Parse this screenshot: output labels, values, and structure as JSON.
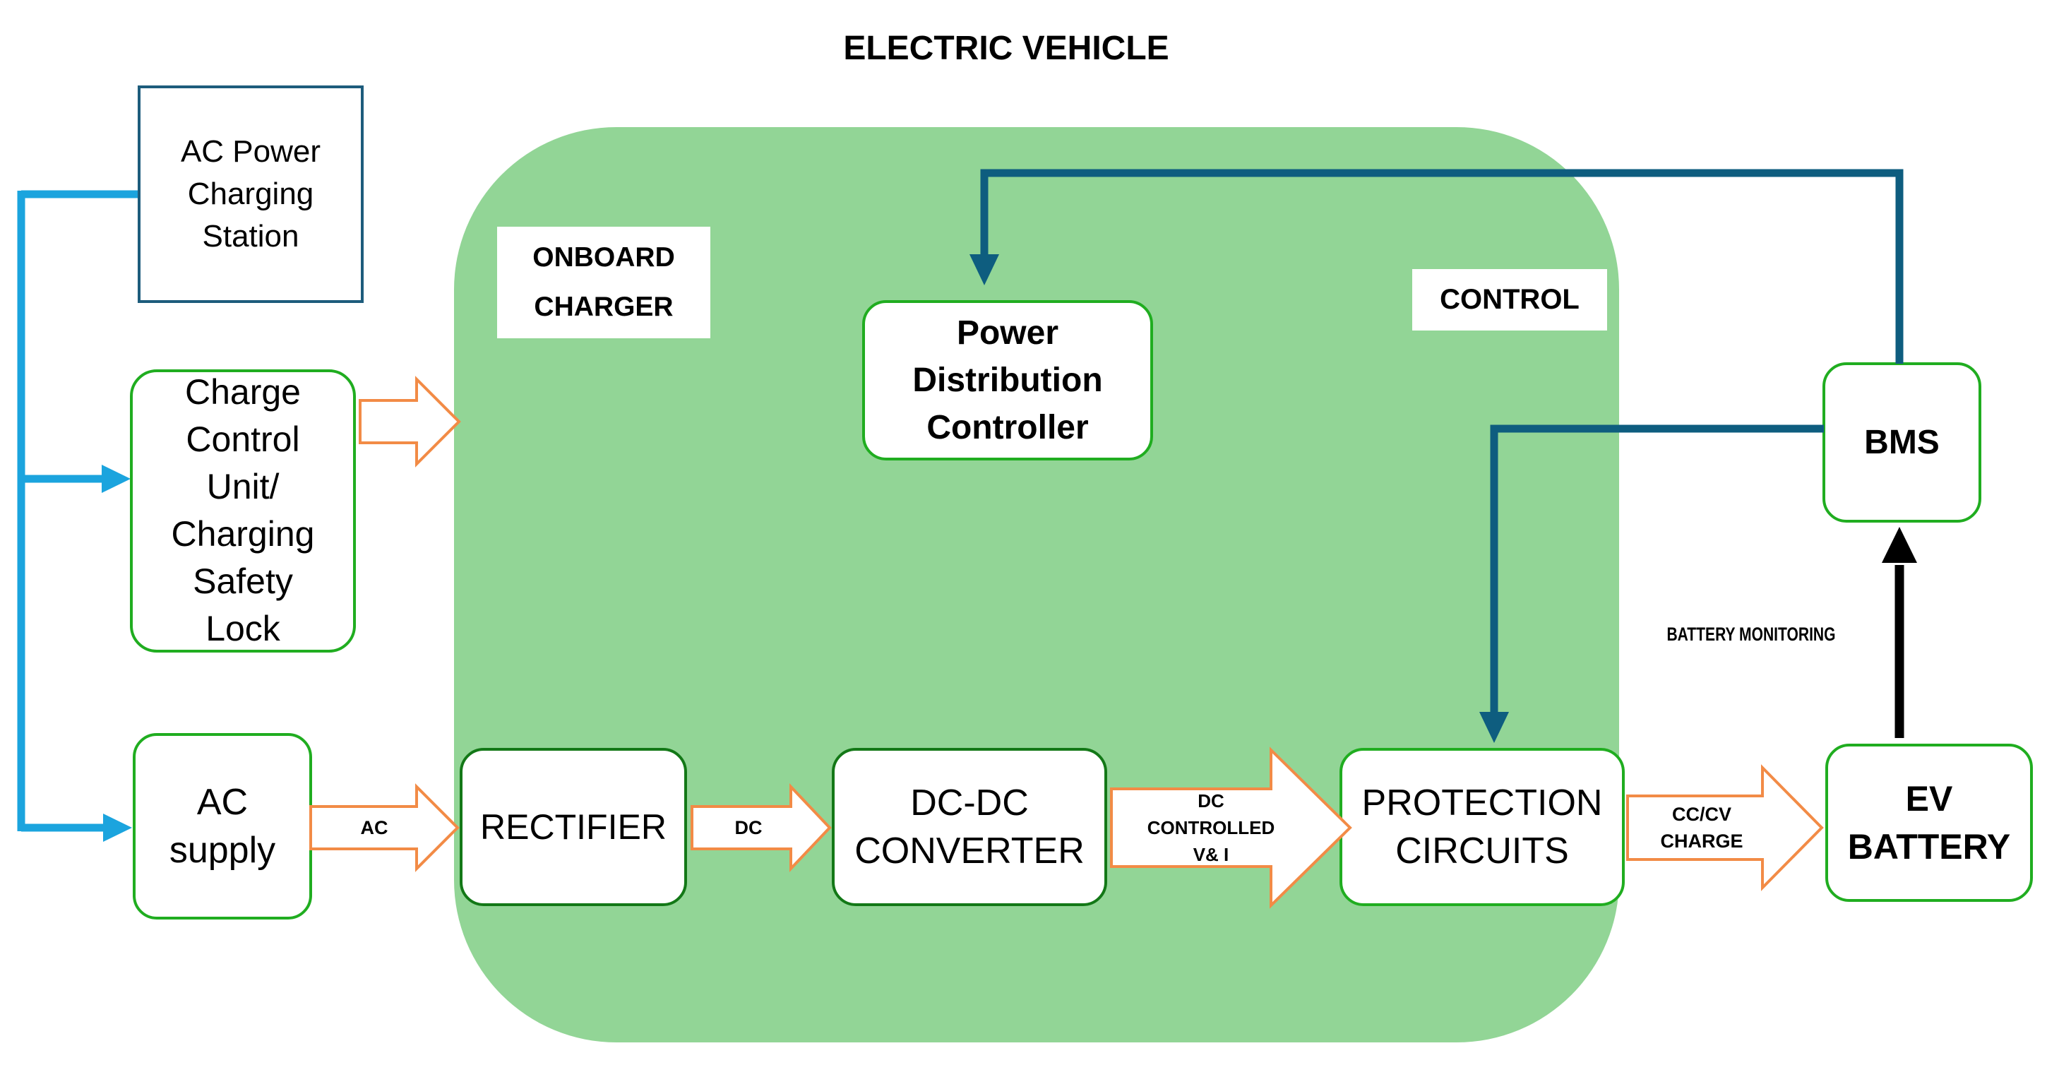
{
  "title": "ELECTRIC VEHICLE",
  "colors": {
    "green_region": "#92d596",
    "box_border": "#20ad20",
    "station_border": "#1d5c7c",
    "blue_line": "#1ba4de",
    "dark_teal_line": "#0e5d7f",
    "arrow_orange": "#f28b46",
    "monitor_arrow": "#000000",
    "label_bg": "#ffffff"
  },
  "region_labels": {
    "onboard_charger": "ONBOARD\nCHARGER",
    "control": "CONTROL"
  },
  "boxes": {
    "ac_station": "AC Power\nCharging\nStation",
    "charge_control": "Charge\nControl\nUnit/\nCharging\nSafety\nLock",
    "ac_supply": "AC\nsupply",
    "rectifier": "RECTIFIER",
    "dcdc": "DC-DC\nCONVERTER",
    "protection": "PROTECTION\nCIRCUITS",
    "ev_battery": "EV\nBATTERY",
    "bms": "BMS",
    "pdc": "Power\nDistribution\nController"
  },
  "arrow_labels": {
    "ac": "AC",
    "dc": "DC",
    "dc_controlled": "DC\nCONTROLLED\nV& I",
    "cccv": "CC/CV\nCHARGE",
    "battery_monitoring": "BATTERY MONITORING"
  },
  "icons": {
    "flow_arrow": "hollow-block-arrow",
    "signal_arrow": "line-arrowhead"
  }
}
